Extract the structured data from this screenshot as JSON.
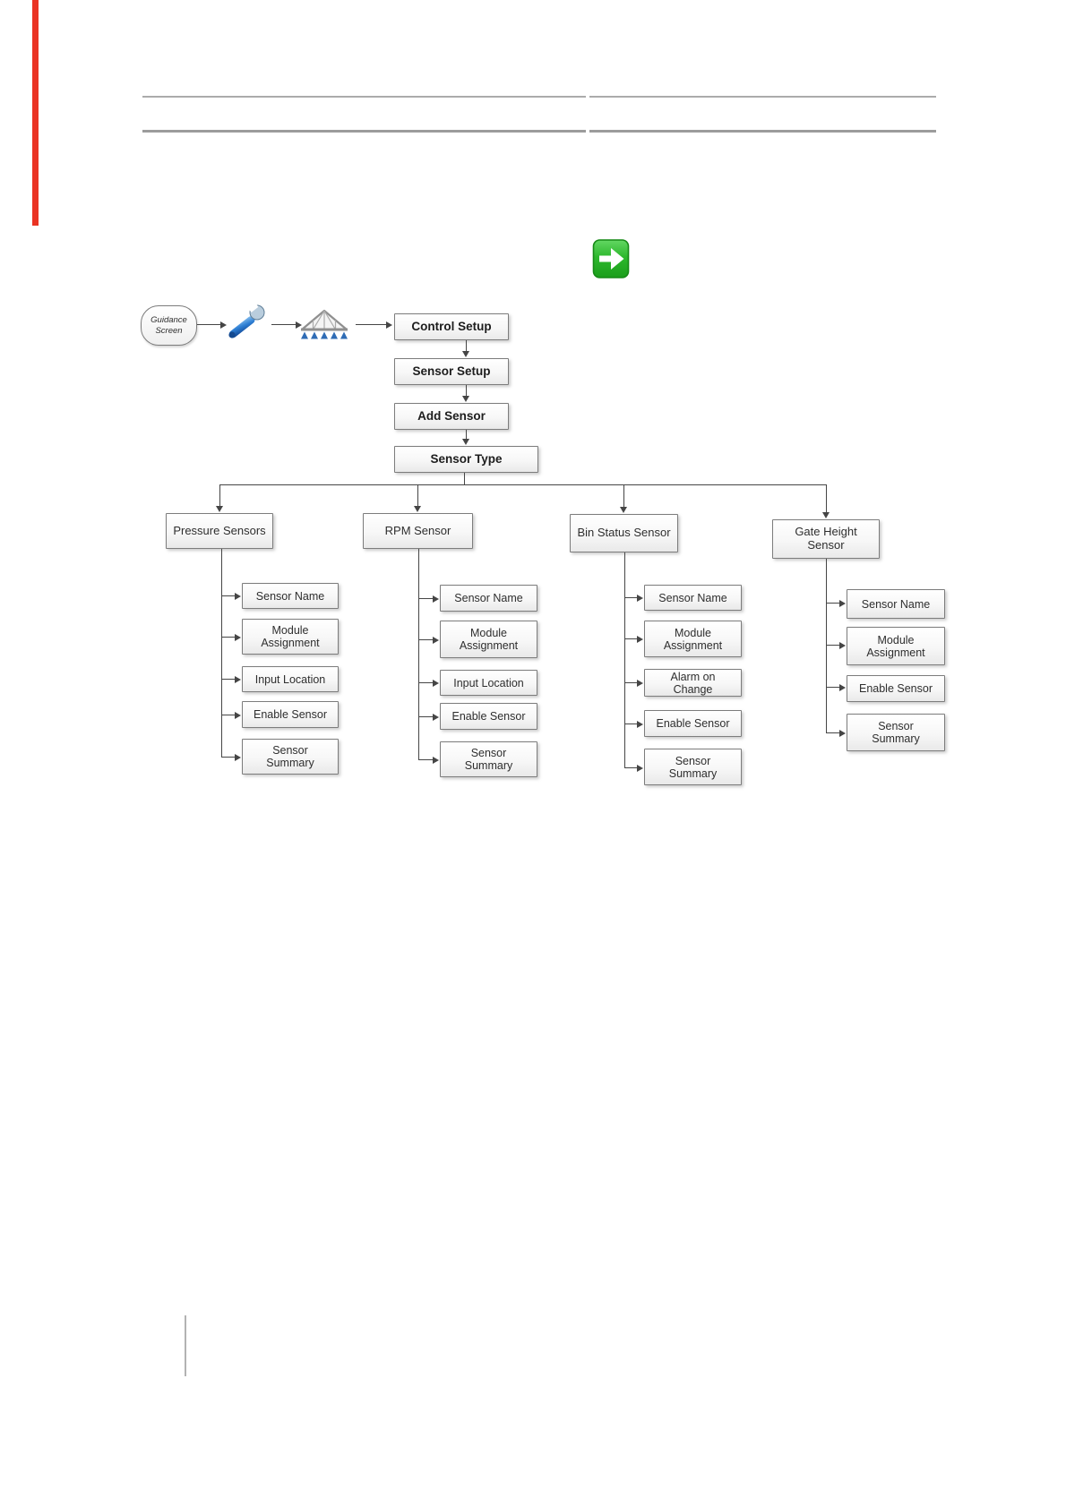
{
  "page": {
    "background": "#ffffff",
    "red_margin_color": "#ea3323",
    "header_rule_color": "#a3a3a3",
    "connector_color": "#454545"
  },
  "icons": {
    "wrench": "wrench-icon",
    "boom": "sprayer-boom-icon",
    "green_arrow": "green-arrow-icon",
    "green_arrow_color": "#2db82d"
  },
  "diagram": {
    "start": {
      "label": "Guidance\nScreen"
    },
    "chain": [
      "Control Setup",
      "Sensor Setup",
      "Add Sensor",
      "Sensor Type"
    ],
    "branches": [
      {
        "label": "Pressure Sensors",
        "children": [
          "Sensor Name",
          "Module\nAssignment",
          "Input Location",
          "Enable Sensor",
          "Sensor\nSummary"
        ]
      },
      {
        "label": "RPM Sensor",
        "children": [
          "Sensor Name",
          "Module\nAssignment",
          "Input Location",
          "Enable Sensor",
          "Sensor\nSummary"
        ]
      },
      {
        "label": "Bin Status Sensor",
        "children": [
          "Sensor Name",
          "Module\nAssignment",
          "Alarm on\nChange",
          "Enable Sensor",
          "Sensor\nSummary"
        ]
      },
      {
        "label": "Gate Height\nSensor",
        "children": [
          "Sensor Name",
          "Module\nAssignment",
          "Enable Sensor",
          "Sensor\nSummary"
        ]
      }
    ]
  }
}
